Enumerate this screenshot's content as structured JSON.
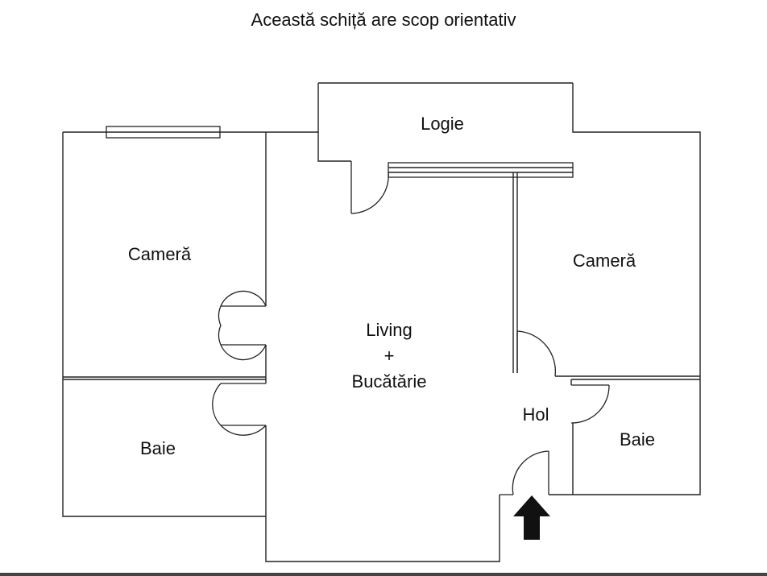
{
  "title": "Această schiță are scop orientativ",
  "rooms": {
    "logie": "Logie",
    "camera_left": "Cameră",
    "camera_right": "Cameră",
    "living_line1": "Living",
    "living_line2": "+",
    "living_line3": "Bucătărie",
    "hol": "Hol",
    "baie_left": "Baie",
    "baie_right": "Baie"
  },
  "icons": {
    "entrance": "entrance-arrow-icon"
  },
  "colors": {
    "line": "#222222",
    "background": "#ffffff"
  }
}
